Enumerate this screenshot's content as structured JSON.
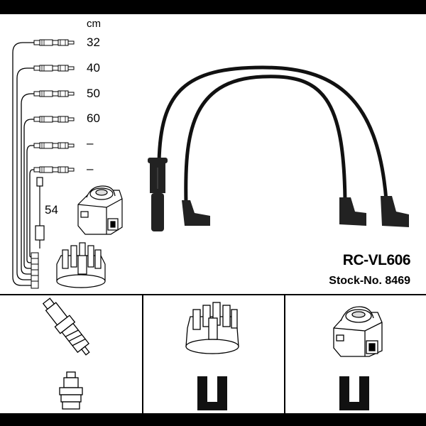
{
  "header": {
    "unit_label": "cm"
  },
  "cable_lengths": [
    "32",
    "40",
    "50",
    "60",
    "–",
    "–"
  ],
  "coil_lead_length": "54",
  "product": {
    "model": "RC-VL606",
    "stock_number": "Stock-No. 8469"
  },
  "bottom_panels": {
    "plug_icon": "spark-plug-icon",
    "distributor_icon": "distributor-cap-icon",
    "coil_icon": "ignition-coil-icon",
    "connector_icon": "plug-connector-icon"
  },
  "colors": {
    "ink": "#000000",
    "background": "#ffffff",
    "gray": "#cfcfcf"
  }
}
